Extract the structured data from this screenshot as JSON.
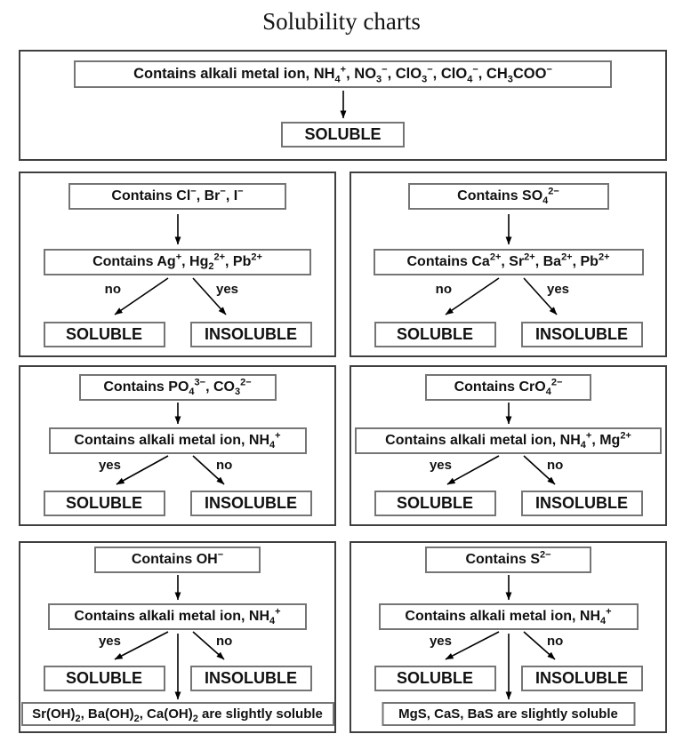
{
  "title": "Solubility charts",
  "colors": {
    "background": "#ffffff",
    "panel_border": "#3f3f3f",
    "box_border": "#757575",
    "text": "#111111",
    "arrow": "#000000"
  },
  "top_panel": {
    "condition": "Contains alkali metal ion, NH<sub>4</sub><sup>+</sup>, NO<sub>3</sub><sup>−</sup>, ClO<sub>3</sub><sup>−</sup>, ClO<sub>4</sub><sup>−</sup>, CH<sub>3</sub>COO<sup>−</sup>",
    "result": "SOLUBLE"
  },
  "panels": [
    {
      "box1": "Contains Cl<sup>−</sup>, Br<sup>−</sup>, I<sup>−</sup>",
      "box2": "Contains Ag<sup>+</sup>, Hg<sub>2</sub><sup>2+</sup>, Pb<sup>2+</sup>",
      "left_label": "no",
      "right_label": "yes",
      "left_result": "SOLUBLE",
      "right_result": "INSOLUBLE"
    },
    {
      "box1": "Contains SO<sub>4</sub><sup>2−</sup>",
      "box2": "Contains Ca<sup>2+</sup>, Sr<sup>2+</sup>, Ba<sup>2+</sup>, Pb<sup>2+</sup>",
      "left_label": "no",
      "right_label": "yes",
      "left_result": "SOLUBLE",
      "right_result": "INSOLUBLE"
    },
    {
      "box1": "Contains PO<sub>4</sub><sup>3−</sup>, CO<sub>3</sub><sup>2−</sup>",
      "box2": "Contains alkali metal ion, NH<sub>4</sub><sup>+</sup>",
      "left_label": "yes",
      "right_label": "no",
      "left_result": "SOLUBLE",
      "right_result": "INSOLUBLE"
    },
    {
      "box1": "Contains CrO<sub>4</sub><sup>2−</sup>",
      "box2": "Contains alkali metal ion, NH<sub>4</sub><sup>+</sup>, Mg<sup>2+</sup>",
      "left_label": "yes",
      "right_label": "no",
      "left_result": "SOLUBLE",
      "right_result": "INSOLUBLE"
    },
    {
      "box1": "Contains OH<sup>−</sup>",
      "box2": "Contains alkali metal ion, NH<sub>4</sub><sup>+</sup>",
      "left_label": "yes",
      "right_label": "no",
      "left_result": "SOLUBLE",
      "right_result": "INSOLUBLE",
      "note": "Sr(OH)<sub>2</sub>, Ba(OH)<sub>2</sub>, Ca(OH)<sub>2</sub> are slightly soluble"
    },
    {
      "box1": "Contains S<sup>2−</sup>",
      "box2": "Contains alkali metal ion, NH<sub>4</sub><sup>+</sup>",
      "left_label": "yes",
      "right_label": "no",
      "left_result": "SOLUBLE",
      "right_result": "INSOLUBLE",
      "note": "MgS, CaS, BaS are slightly soluble"
    }
  ]
}
